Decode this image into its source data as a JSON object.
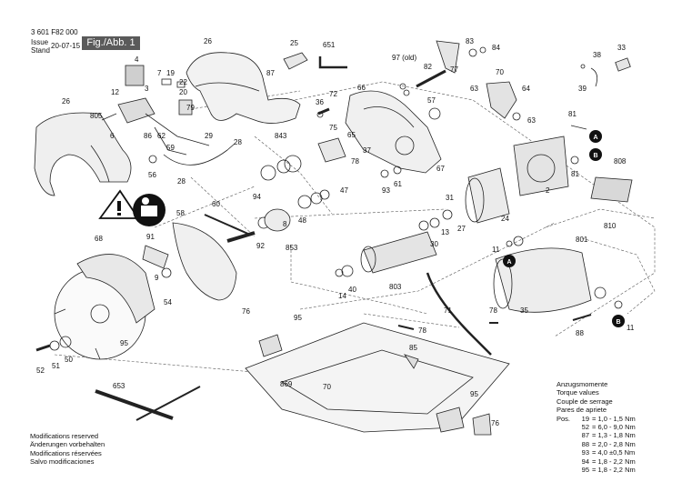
{
  "header": {
    "doc_number": "3 601 F82 000",
    "issue_label": "Issue",
    "stand_label": "Stand",
    "date": "20-07-15",
    "figure_label": "Fig./Abb. 1"
  },
  "part_labels": {
    "p26a": "26",
    "p25": "25",
    "p651": "651",
    "p97": "97 (old)",
    "p83": "83",
    "p84": "84",
    "p33": "33",
    "p4": "4",
    "p7": "7",
    "p19": "19",
    "p22": "22",
    "p87a": "87",
    "p82": "82",
    "p77": "77",
    "p38": "38",
    "p12": "12",
    "p20": "20",
    "p3": "3",
    "p79": "79",
    "p72": "72",
    "p36": "36",
    "p66": "66",
    "p70": "70",
    "p39": "39",
    "p26b": "26",
    "p805": "805",
    "p6": "6",
    "p86": "86",
    "p75": "75",
    "p57": "57",
    "p63": "63",
    "p64": "64",
    "p62": "62",
    "p59": "59",
    "p29": "29",
    "p28a": "28",
    "p65": "65",
    "p37": "37",
    "p81a": "81",
    "p843": "843",
    "p56": "56",
    "p93": "93",
    "p61": "61",
    "p67": "67",
    "p47": "47",
    "p78a": "78",
    "p28b": "28",
    "p808": "808",
    "p81b": "81",
    "p2": "2",
    "p94": "94",
    "p60": "60",
    "p58": "58",
    "p31": "31",
    "p24": "24",
    "p8": "8",
    "p48": "48",
    "p92": "92",
    "p853": "853",
    "p30": "30",
    "p13": "13",
    "p27": "27",
    "p810": "810",
    "p68": "68",
    "p91": "91",
    "p11a": "11",
    "p801": "801",
    "p14": "14",
    "p40": "40",
    "p803": "803",
    "p9": "9",
    "p54": "54",
    "p71": "71",
    "p78b": "78",
    "p35": "35",
    "p76a": "76",
    "p95a": "95",
    "p78c": "78",
    "p11b": "11",
    "p88": "88",
    "p95b": "95",
    "p52": "52",
    "p51": "51",
    "p50": "50",
    "p85": "85",
    "p653": "653",
    "p70b": "70",
    "p869": "869",
    "p95c": "95",
    "p76b": "76"
  },
  "callouts": {
    "a1": "A",
    "a2": "A",
    "b1": "B",
    "b2": "B"
  },
  "torque": {
    "title_lines": [
      "Anzugsmomente",
      "Torque values",
      "Couple de serrage",
      "Pares de apriete"
    ],
    "rows": [
      {
        "pos": "Pos.",
        "num": "19",
        "val": "= 1,0 - 1,5 Nm"
      },
      {
        "pos": "",
        "num": "52",
        "val": "= 6,0 - 9,0 Nm"
      },
      {
        "pos": "",
        "num": "87",
        "val": "= 1,3 - 1,8 Nm"
      },
      {
        "pos": "",
        "num": "88",
        "val": "= 2,0 - 2,8 Nm"
      },
      {
        "pos": "",
        "num": "93",
        "val": "= 4,0 ±0,5 Nm"
      },
      {
        "pos": "",
        "num": "94",
        "val": "= 1,8 - 2,2 Nm"
      },
      {
        "pos": "",
        "num": "95",
        "val": "= 1,8 - 2,2 Nm"
      }
    ]
  },
  "footer": {
    "lines": [
      "Modifications reserved",
      "Änderungen vorbehalten",
      "Modifications réservées",
      "Salvo modificaciones"
    ]
  }
}
